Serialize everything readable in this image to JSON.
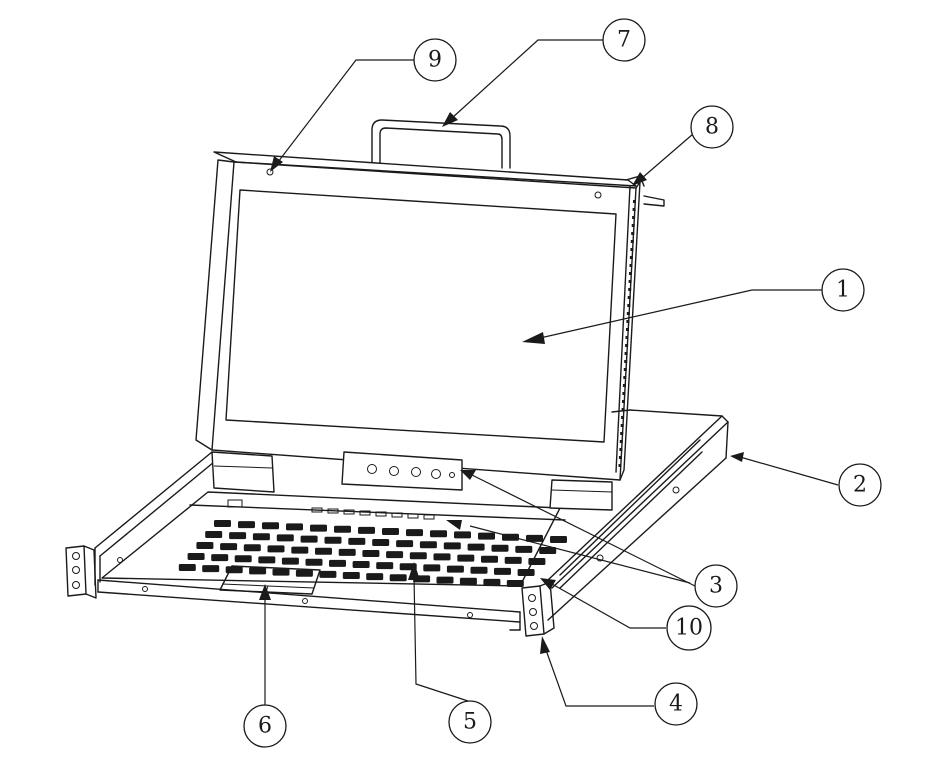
{
  "callouts": [
    {
      "number": "1"
    },
    {
      "number": "2"
    },
    {
      "number": "3"
    },
    {
      "number": "4"
    },
    {
      "number": "5"
    },
    {
      "number": "6"
    },
    {
      "number": "7"
    },
    {
      "number": "8"
    },
    {
      "number": "9"
    },
    {
      "number": "10"
    }
  ]
}
